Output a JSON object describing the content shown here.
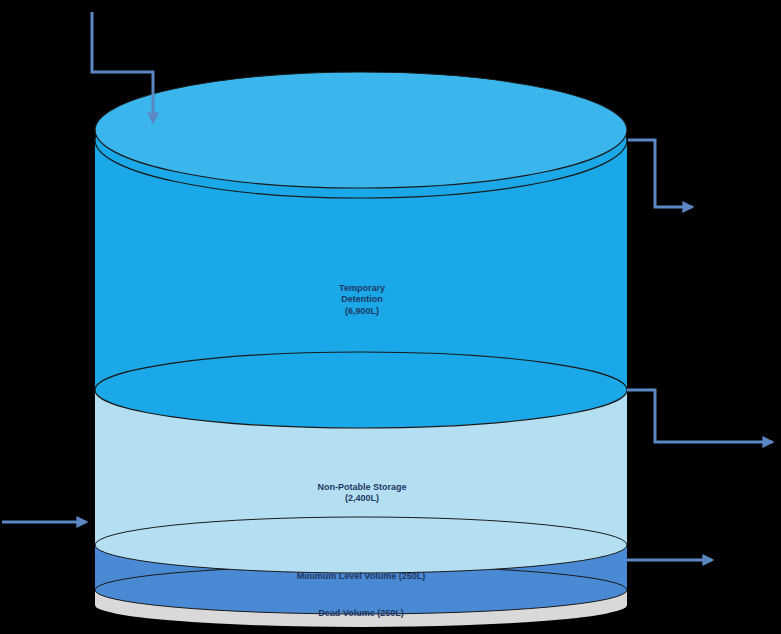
{
  "diagram": {
    "nodes": [
      {
        "text": [
          "Temporary Detention (6,900L)"
        ]
      },
      {
        "text": [
          "Non-Potable Storage (2,400L)"
        ]
      },
      {
        "text": [
          "Minimum Level Volume (250L)"
        ]
      },
      {
        "text": [
          "Dead Volume (250L)"
        ]
      }
    ]
  }
}
